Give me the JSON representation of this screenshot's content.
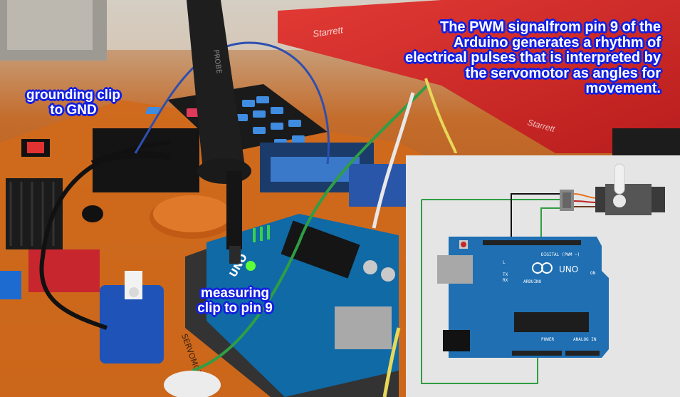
{
  "annotations": {
    "grounding": [
      "grounding clip",
      "to GND"
    ],
    "measuring": [
      "measuring",
      "clip to pin 9"
    ],
    "pwm": [
      "The PWM signalfrom pin 9 of the",
      "Arduino generates a rhythm of",
      "electrical pulses that is interpreted by",
      "the servomotor as angles for",
      "movement."
    ]
  },
  "photo": {
    "probe_text": "PROBE",
    "board_silkscreen": "SERVOMOTOR",
    "board_label": "UNO",
    "box_brand": "Starrett"
  },
  "schematic": {
    "board_name": "UNO",
    "brand": "ARDUINO",
    "digital_label": "DIGITAL (PWM ~)",
    "power_label": "POWER",
    "analog_label": "ANALOG IN",
    "on_label": "ON",
    "tx_label": "TX",
    "rx_label": "RX",
    "l_label": "L"
  },
  "colors": {
    "annotation_outline": "#1420e0",
    "arduino_blue": "#1f6fb2",
    "wire_green": "#2f9e44",
    "wire_black": "#111111",
    "wire_orange": "#e8731c"
  }
}
